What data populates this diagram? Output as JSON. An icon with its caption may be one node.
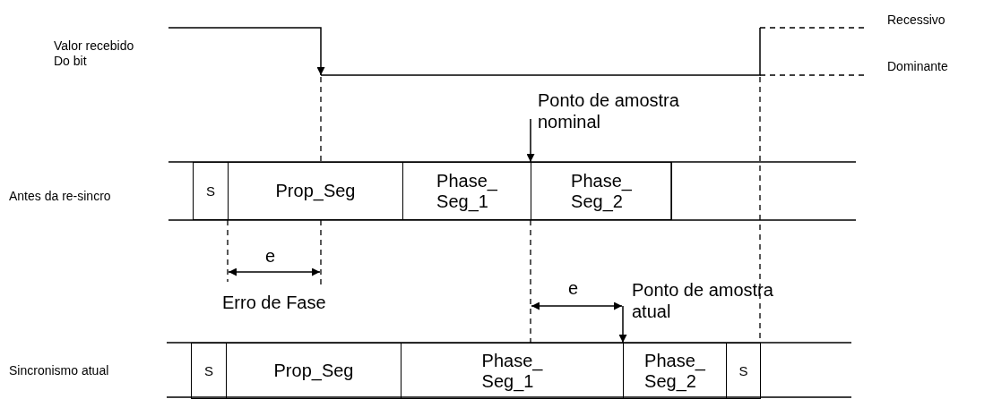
{
  "diagram": {
    "nodes": [
      {
        "text": [
          "Ponto de amostra nominal"
        ]
      },
      {
        "text": [
          "S"
        ]
      },
      {
        "text": [
          "Prop_Seg"
        ]
      },
      {
        "text": [
          "Phase_ Seg_1"
        ]
      },
      {
        "text": [
          "Phase_ Seg_2"
        ]
      },
      {
        "text": [
          "Ponto de amostra atual"
        ]
      },
      {
        "text": [
          "S"
        ]
      },
      {
        "text": [
          "Prop_Seg"
        ]
      },
      {
        "text": [
          "Phase_ Seg_1"
        ]
      },
      {
        "text": [
          "Phase_ Seg_2"
        ]
      },
      {
        "text": [
          "S"
        ]
      }
    ],
    "edges": [
      {
        "from": 0,
        "to": 4,
        "arrow": "to"
      },
      {
        "from": 5,
        "to": 9,
        "arrow": "to"
      }
    ],
    "labels": [
      "Recessivo",
      "Valor recebido Do bit",
      "Dominante",
      "Antes da re-sincro",
      "e",
      "Erro de Fase",
      "e",
      "Sincronismo atual"
    ]
  }
}
